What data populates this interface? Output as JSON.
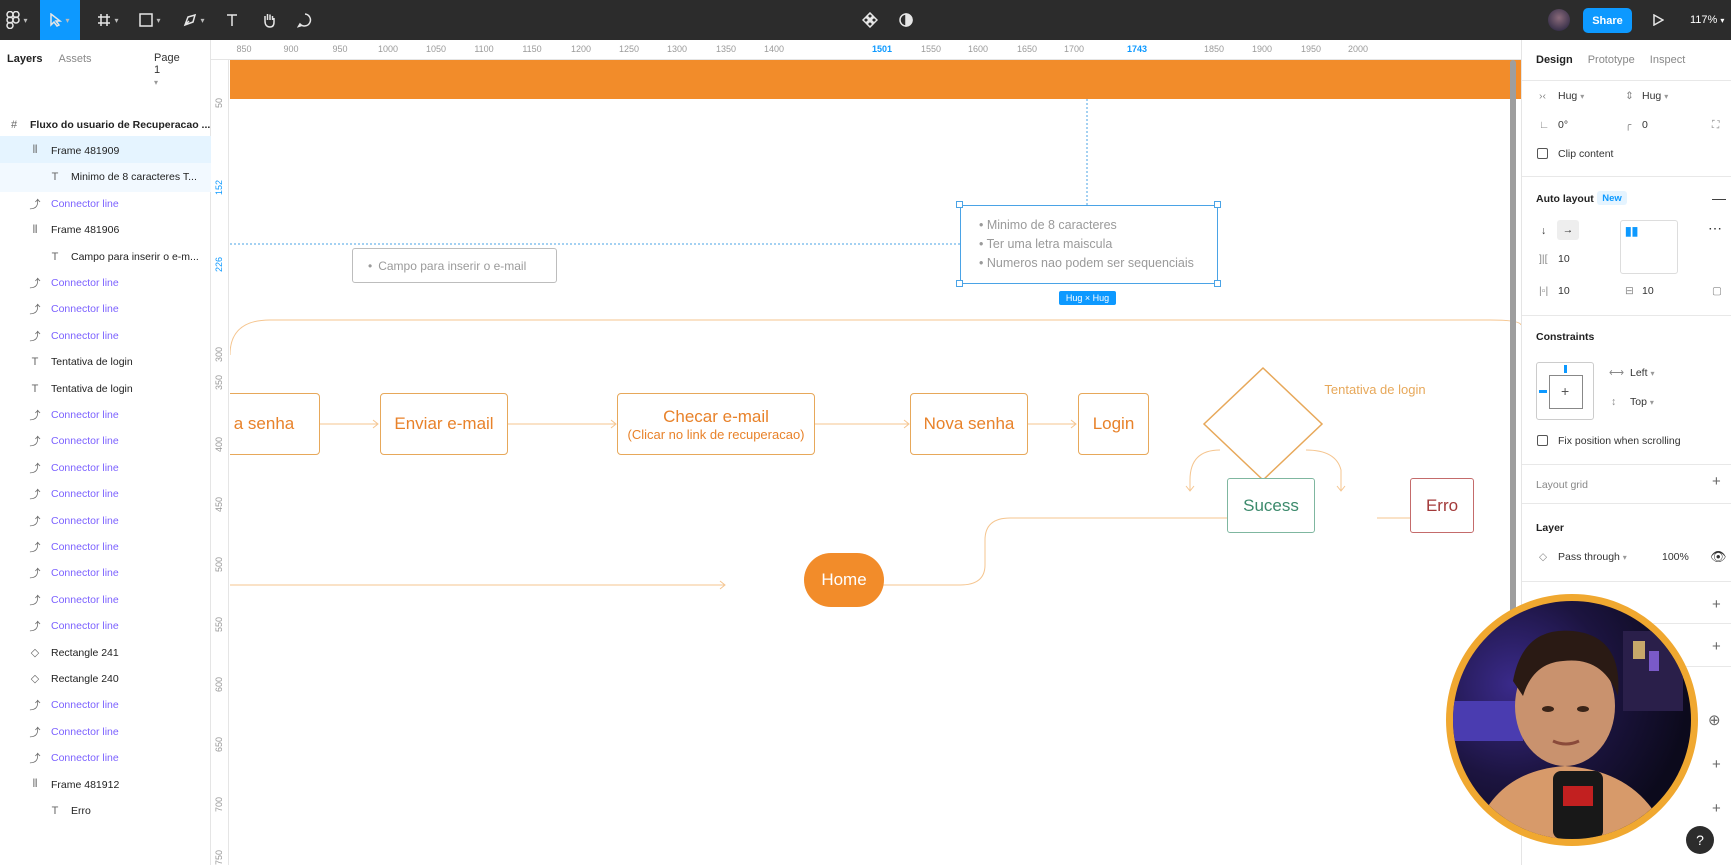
{
  "toolbar": {
    "share_label": "Share",
    "zoom_label": "117%"
  },
  "left_panel": {
    "tab_layers": "Layers",
    "tab_assets": "Assets",
    "page_selector": "Page 1",
    "layers": [
      {
        "label": "Fluxo do usuario de Recuperacao ...",
        "icon": "frame-icon"
      },
      {
        "label": "Frame 481909",
        "icon": "autolayout-vertical-icon"
      },
      {
        "label": "Minimo de 8 caracteres T...",
        "icon": "text-icon"
      },
      {
        "label": "Connector line",
        "icon": "connector-icon"
      },
      {
        "label": "Frame 481906",
        "icon": "autolayout-vertical-icon"
      },
      {
        "label": "Campo para inserir o e-m...",
        "icon": "text-icon"
      },
      {
        "label": "Connector line",
        "icon": "connector-icon"
      },
      {
        "label": "Connector line",
        "icon": "connector-icon"
      },
      {
        "label": "Connector line",
        "icon": "connector-icon"
      },
      {
        "label": "Tentativa de login",
        "icon": "text-icon"
      },
      {
        "label": "Tentativa de login",
        "icon": "text-icon"
      },
      {
        "label": "Connector line",
        "icon": "connector-icon"
      },
      {
        "label": "Connector line",
        "icon": "connector-icon"
      },
      {
        "label": "Connector line",
        "icon": "connector-icon"
      },
      {
        "label": "Connector line",
        "icon": "connector-icon"
      },
      {
        "label": "Connector line",
        "icon": "connector-icon"
      },
      {
        "label": "Connector line",
        "icon": "connector-icon"
      },
      {
        "label": "Connector line",
        "icon": "connector-icon"
      },
      {
        "label": "Connector line",
        "icon": "connector-icon"
      },
      {
        "label": "Connector line",
        "icon": "connector-icon"
      },
      {
        "label": "Rectangle 241",
        "icon": "diamond-shape-icon"
      },
      {
        "label": "Rectangle 240",
        "icon": "diamond-shape-icon"
      },
      {
        "label": "Connector line",
        "icon": "connector-icon"
      },
      {
        "label": "Connector line",
        "icon": "connector-icon"
      },
      {
        "label": "Connector line",
        "icon": "connector-icon"
      },
      {
        "label": "Frame 481912",
        "icon": "autolayout-vertical-icon"
      },
      {
        "label": "Erro",
        "icon": "text-icon"
      }
    ]
  },
  "ruler": {
    "top_ticks": [
      "850",
      "900",
      "950",
      "1000",
      "1050",
      "1100",
      "1150",
      "1200",
      "1250",
      "1300",
      "1350",
      "1400",
      "1501",
      "1550",
      "1600",
      "1650",
      "1700",
      "1743",
      "1850",
      "1900",
      "1950",
      "2000"
    ],
    "left_ticks": [
      "50",
      "152",
      "226",
      "300",
      "350",
      "400",
      "450",
      "500",
      "550",
      "600",
      "650",
      "700",
      "750"
    ]
  },
  "canvas": {
    "email_field_text": "Campo para inserir o e-mail",
    "requirements": [
      "Minimo de 8 caracteres",
      "Ter uma letra maiscula",
      "Numeros nao podem ser sequenciais"
    ],
    "hug_badge": "Hug × Hug",
    "flow_nodes": {
      "senha": "a senha",
      "enviar": "Enviar e-mail",
      "checar_title": "Checar e-mail",
      "checar_sub": "(Clicar no link de recuperacao)",
      "nova": "Nova senha",
      "login": "Login"
    },
    "diamond_label": "Tentativa de login",
    "sucess_label": "Sucess",
    "erro_label": "Erro",
    "home_label": "Home",
    "colors": {
      "accent_orange": "#f28c2a",
      "selection_blue": "#0d99ff",
      "success_green": "#3c8a6c",
      "error_red": "#a33a3a"
    }
  },
  "right_panel": {
    "tab_design": "Design",
    "tab_prototype": "Prototype",
    "tab_inspect": "Inspect",
    "width_mode": "Hug",
    "height_mode": "Hug",
    "rotation": "0°",
    "corner_radius": "0",
    "clip_content": "Clip content",
    "auto_layout_title": "Auto layout",
    "new_badge": "New",
    "spacing": "10",
    "padding_h": "10",
    "padding_v": "10",
    "constraints_title": "Constraints",
    "constraint_h": "Left",
    "constraint_v": "Top",
    "fix_position": "Fix position when scrolling",
    "layout_grid_title": "Layout grid",
    "layer_title": "Layer",
    "blend_mode": "Pass through",
    "opacity": "100%"
  },
  "help_label": "?"
}
